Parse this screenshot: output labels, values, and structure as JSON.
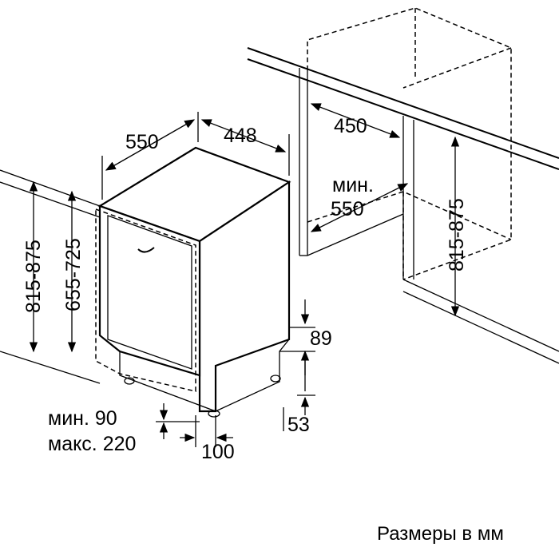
{
  "labels": {
    "depth": "550",
    "width": "448",
    "niche_width": "450",
    "niche_depth_min": "мин.",
    "niche_depth_value": "550",
    "height_left": "815-875",
    "height_appliance": "655-725",
    "height_niche": "815-875",
    "plinth_height": "89",
    "foot_height": "53",
    "plinth_min": "мин. 90",
    "plinth_max": "макс. 220",
    "plinth_depth": "100"
  },
  "caption": "Размеры в мм"
}
